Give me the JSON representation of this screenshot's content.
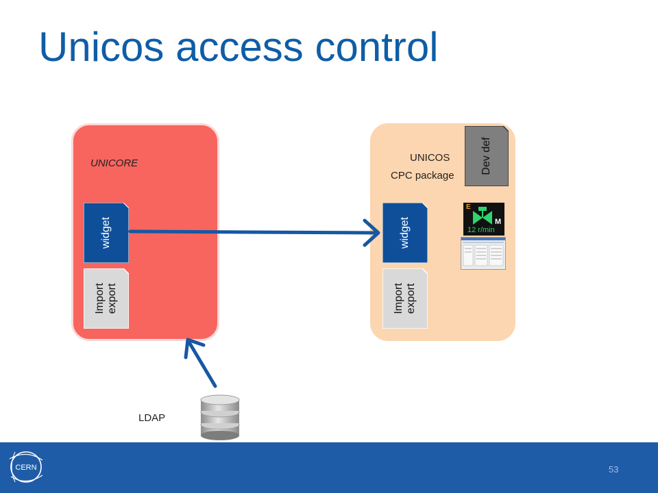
{
  "slide": {
    "title": "Unicos access control",
    "page_number": "53"
  },
  "unicore": {
    "label": "UNICORE",
    "widget_label": "widget",
    "import_export": [
      "Import",
      "export"
    ]
  },
  "unicos": {
    "label_line1": "UNICOS",
    "label_line2": "CPC package",
    "dev_def_label": "Dev def",
    "widget_label": "widget",
    "import_export": [
      "Import",
      "export"
    ],
    "screenshot": {
      "letter_e": "E",
      "letter_m": "M",
      "readout": "12 r/min"
    }
  },
  "ldap": {
    "label": "LDAP"
  },
  "footer": {
    "logo_text": "CERN"
  },
  "colors": {
    "title": "#0f5da6",
    "unicore_fill": "#f7655e",
    "unicos_fill": "#fcd6b0",
    "widget_fill": "#0f4f9a",
    "card_fill": "#d9d9d9",
    "devdef_fill": "#7f7f7f",
    "arrow": "#1757a3",
    "footer": "#1f5ca8"
  }
}
